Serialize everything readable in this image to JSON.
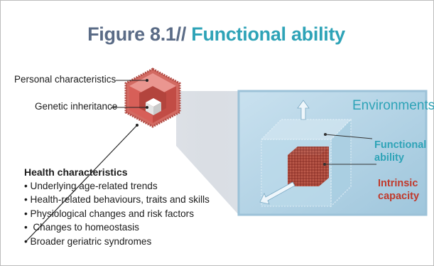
{
  "figure": {
    "title_prefix": "Figure 8.1//",
    "title_main": "Functional ability"
  },
  "labels": {
    "personal": "Personal characteristics",
    "genetic": "Genetic inheritance"
  },
  "health": {
    "title": "Health characteristics",
    "items": [
      "Underlying age-related trends",
      "Health-related behaviours, traits and skills",
      "Physiological changes and risk factors",
      " Changes to homeostasis",
      "Broader geriatric syndromes"
    ]
  },
  "environment": {
    "title": "Environments",
    "functional": [
      "Functional",
      "ability"
    ],
    "intrinsic": [
      "Intrinsic",
      "capacity"
    ]
  },
  "colors": {
    "title_gray": "#5a6b86",
    "accent_teal": "#2ea3b7",
    "intrinsic_red": "#c0392b",
    "env_blue": "#a9cde2",
    "cube_red": "#d85b55"
  }
}
